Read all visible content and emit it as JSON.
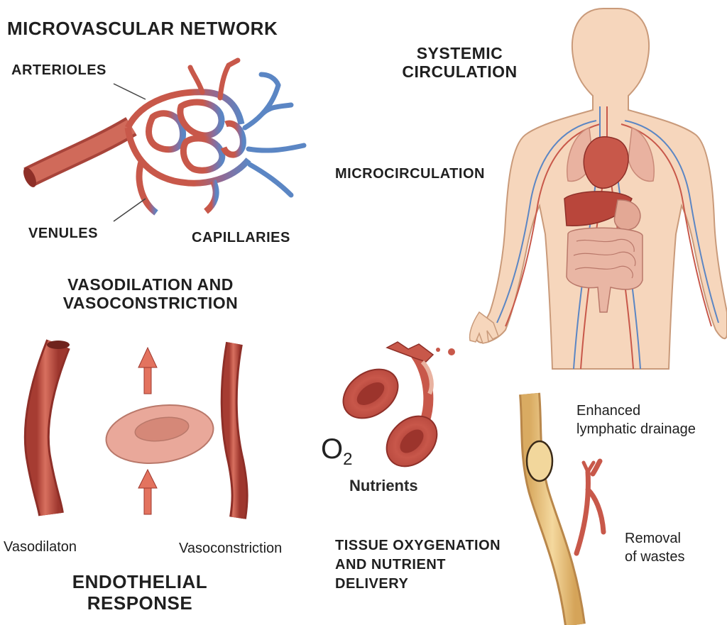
{
  "labels": {
    "microvascular_network": "MICROVASCULAR NETWORK",
    "arterioles": "ARTERIOLES",
    "venules": "VENULES",
    "capillaries": "CAPILLARIES",
    "systemic_line1": "SYSTEMIC",
    "systemic_line2": "CIRCULATION",
    "microcirculation": "MICROCIRCULATION",
    "vaso_line1": "VASODILATION AND",
    "vaso_line2": "VASOCONSTRICTION",
    "vasodilaton": "Vasodilaton",
    "vasoconstriction": "Vasoconstriction",
    "endothelial_line1": "ENDOTHELIAL",
    "endothelial_line2": "RESPONSE",
    "o2_main": "O",
    "o2_sub": "2",
    "nutrients": "Nutrients",
    "tissue_line1": "TISSUE OXYGENATION",
    "tissue_line2": "AND NUTRIENT",
    "tissue_line3": "DELIVERY",
    "lymph_line1": "Enhanced",
    "lymph_line2": "lymphatic drainage",
    "removal_line1": "Removal",
    "removal_line2": "of wastes"
  },
  "colors": {
    "artery": "#c8584a",
    "artery_dark": "#8e2f28",
    "vein": "#5b86c4",
    "skin": "#f6d6bc",
    "skin_outline": "#c99a7a",
    "lymph": "#ecc98b"
  }
}
